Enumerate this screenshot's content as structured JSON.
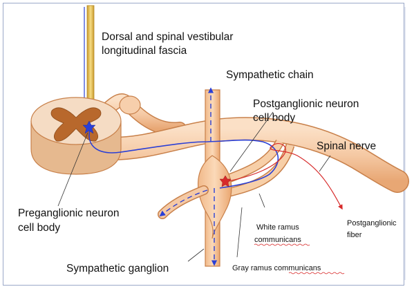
{
  "labels": {
    "fascia_line1": "Dorsal and spinal vestibular",
    "fascia_line2": "longitudinal fascia",
    "sympathetic_chain": "Sympathetic chain",
    "postganglionic_line1": "Postganglionic neuron",
    "postganglionic_line2": "cell body",
    "spinal_nerve": "Spinal nerve",
    "preganglionic_line1": "Preganglionic neuron",
    "preganglionic_line2": "cell body",
    "white_ramus_line1": "White ramus",
    "white_ramus_line2": "communicans",
    "postganglionic_fiber_line1": "Postganglionic",
    "postganglionic_fiber_line2": "fiber",
    "sympathetic_ganglion": "Sympathetic ganglion",
    "gray_ramus": "Gray ramus communicans"
  },
  "colors": {
    "nerve_fill": "#f5c9a4",
    "nerve_stroke": "#c8804a",
    "cord_white_matter": "#f5dcc4",
    "cord_gray_matter": "#b8682c",
    "preganglionic_fiber": "#2a3fd6",
    "postganglionic_fiber": "#d72a2a",
    "fascia_rod": "#e3c15a",
    "frame_border": "#9aa8c8"
  },
  "icons": {
    "preganglionic_marker": "blue-star-icon",
    "postganglionic_marker": "red-star-icon"
  }
}
